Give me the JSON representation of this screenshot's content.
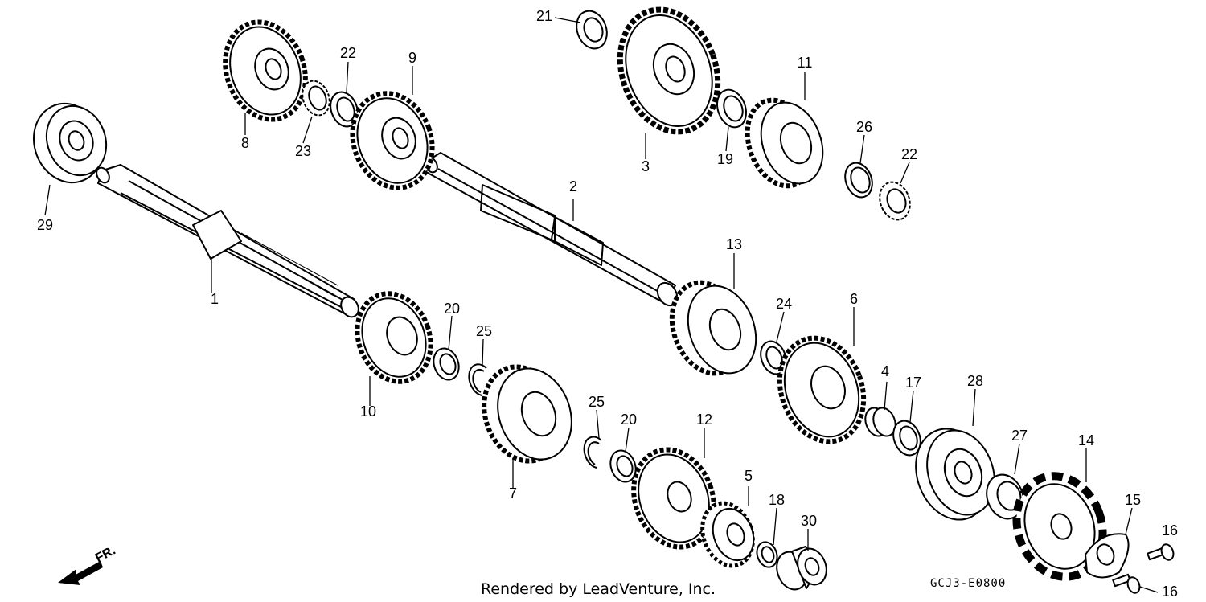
{
  "diagram": {
    "direction_label": "FR.",
    "credit": "Rendered by LeadVenture, Inc.",
    "drawing_code": "GCJ3-E0800",
    "callouts": [
      "1",
      "2",
      "3",
      "4",
      "5",
      "6",
      "7",
      "8",
      "9",
      "10",
      "11",
      "12",
      "13",
      "14",
      "15",
      "16",
      "16",
      "17",
      "18",
      "19",
      "20",
      "20",
      "21",
      "22",
      "22",
      "23",
      "24",
      "25",
      "25",
      "26",
      "27",
      "28",
      "29",
      "30"
    ]
  }
}
